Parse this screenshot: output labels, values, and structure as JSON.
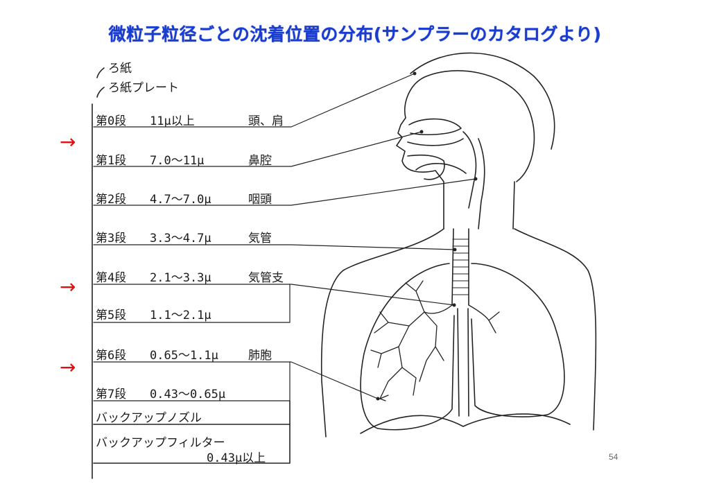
{
  "title": "微粒子粒径ごとの沈着位置の分布(サンプラーのカタログより)",
  "page_number": "54",
  "filter_labels": {
    "filter_paper": "ろ紙",
    "filter_paper_plate": "ろ紙プレート"
  },
  "stages": [
    {
      "label": "第0段",
      "range": "11μ以上",
      "site": "頭、肩"
    },
    {
      "label": "第1段",
      "range": "7.0〜11μ",
      "site": "鼻腔"
    },
    {
      "label": "第2段",
      "range": "4.7〜7.0μ",
      "site": "咽頭"
    },
    {
      "label": "第3段",
      "range": "3.3〜4.7μ",
      "site": "気管"
    },
    {
      "label": "第4段",
      "range": "2.1〜3.3μ",
      "site": "気管支"
    },
    {
      "label": "第5段",
      "range": "1.1〜2.1μ",
      "site": ""
    },
    {
      "label": "第6段",
      "range": "0.65〜1.1μ",
      "site": "肺胞"
    },
    {
      "label": "第7段",
      "range": "0.43〜0.65μ",
      "site": ""
    }
  ],
  "backup": {
    "nozzle": "バックアップノズル",
    "filter": "バックアップフィルター",
    "filter_range": "0.43μ以上"
  },
  "arrows": {
    "symbol": "→",
    "color": "#e01010"
  },
  "colors": {
    "title": "#1a3ccf",
    "line": "#222222"
  }
}
